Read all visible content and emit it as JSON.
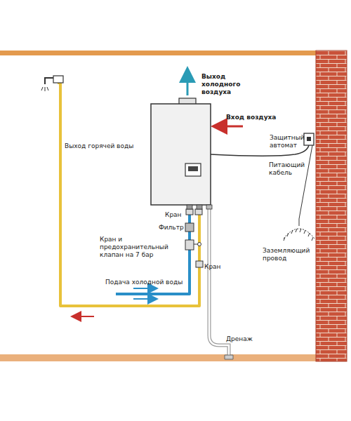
{
  "diagram": {
    "labels": [
      "Выход холодного воздуха",
      "Вход воздуха",
      "Выход горячей воды",
      "Защитный автомат",
      "Питающий кабель",
      "Кран",
      "Фильтр",
      "Кран и предохранительный клапан на 7 бар",
      "Кран",
      "Подача холодной воды",
      "Заземляющий провод",
      "Дренаж"
    ]
  }
}
